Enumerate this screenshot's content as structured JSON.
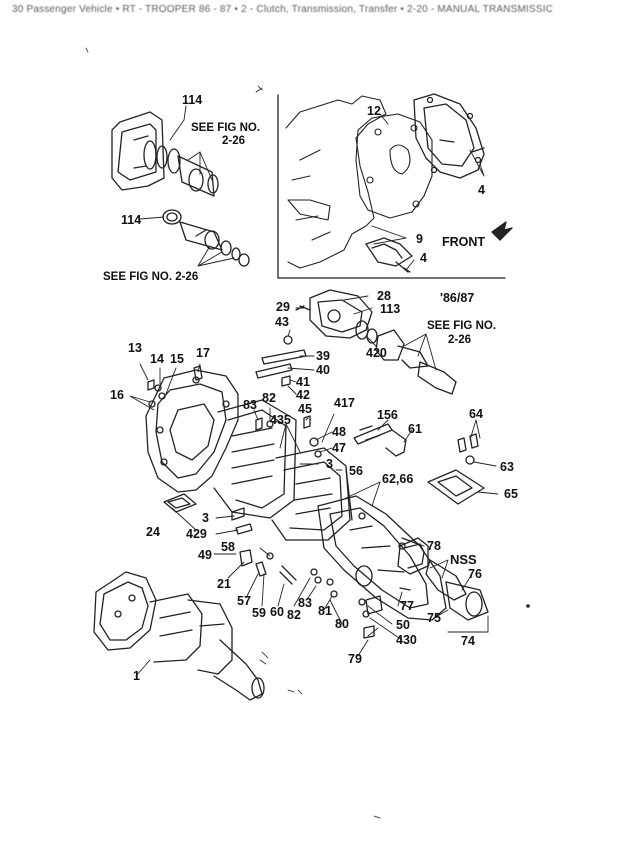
{
  "header_text": "30 Passenger Vehicle • RT - TROOPER 86 - 87 • 2 - Clutch, Transmission, Transfer • 2-20 - MANUAL TRANSMISSION ASM AND CASE",
  "year_code": "'86/87",
  "front_label": "FRONT",
  "see_fig_labels": [
    "SEE FIG NO.",
    "2-26",
    "SEE FIG NO. 2-26",
    "SEE FIG NO.",
    "2-26"
  ],
  "callouts": {
    "c114a": "114",
    "c114b": "114",
    "c12": "12",
    "c4a": "4",
    "c9": "9",
    "c4b": "4",
    "c28": "28",
    "c29": "29",
    "c113": "113",
    "c43": "43",
    "c420": "420",
    "c13": "13",
    "c14": "14",
    "c15": "15",
    "c17": "17",
    "c39": "39",
    "c40": "40",
    "c41": "41",
    "c42": "42",
    "c16": "16",
    "c83a": "83",
    "c82a": "82",
    "c435": "435",
    "c45": "45",
    "c417": "417",
    "c48": "48",
    "c47": "47",
    "c156": "156",
    "c61": "61",
    "c64": "64",
    "c63": "63",
    "c56": "56",
    "c3a": "3",
    "c6266": "62,66",
    "c65": "65",
    "c3b": "3",
    "c24": "24",
    "c429": "429",
    "c49": "49",
    "c58": "58",
    "c78": "78",
    "cNSS": "NSS",
    "c76": "76",
    "c21": "21",
    "c57": "57",
    "c59": "59",
    "c60": "60",
    "c82b": "82",
    "c83b": "83",
    "c81": "81",
    "c80": "80",
    "c77": "77",
    "c50": "50",
    "c75": "75",
    "c430": "430",
    "c74": "74",
    "c79": "79",
    "c1": "1"
  }
}
